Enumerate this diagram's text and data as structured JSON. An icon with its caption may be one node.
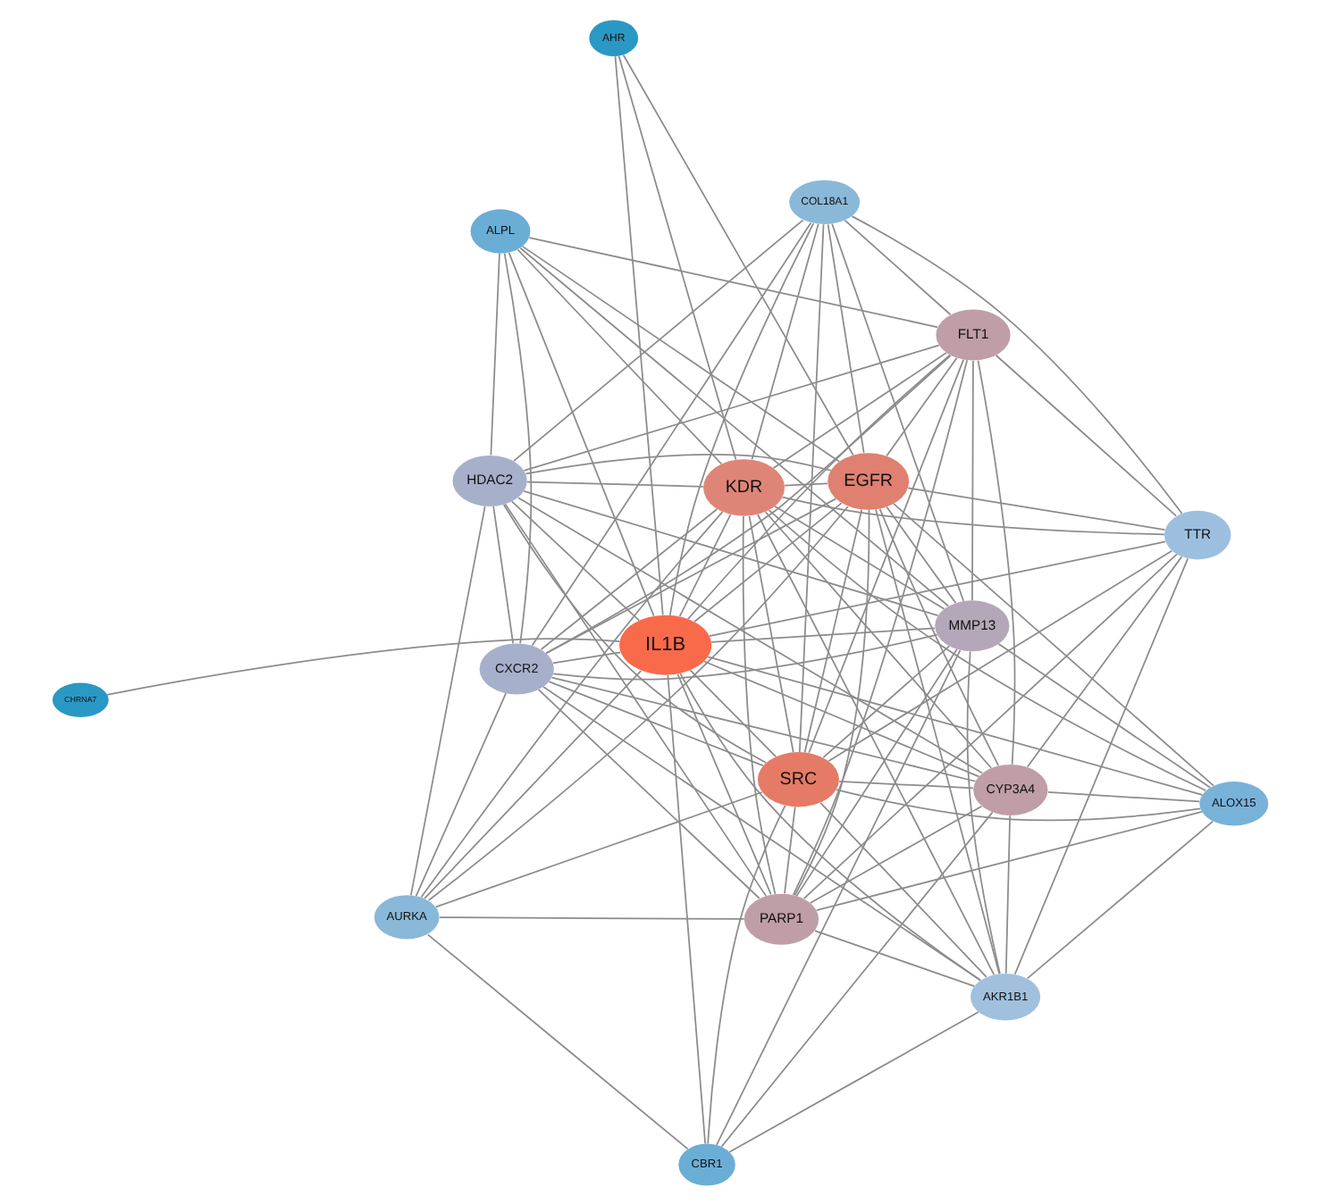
{
  "diagram": {
    "nodes": [
      {
        "text": [
          "AURKA"
        ]
      },
      {
        "text": [
          "ALOX15"
        ]
      },
      {
        "text": [
          "CYP3A4"
        ]
      },
      {
        "text": [
          "COL18A1"
        ]
      },
      {
        "text": [
          "CBR1"
        ]
      },
      {
        "text": [
          "PARP1"
        ]
      },
      {
        "text": [
          "SRC"
        ]
      },
      {
        "text": [
          "MMP13"
        ]
      },
      {
        "text": [
          "AKR1B1"
        ]
      },
      {
        "text": [
          "IL1B"
        ]
      },
      {
        "text": [
          "KDR"
        ]
      },
      {
        "text": [
          "ALPL"
        ]
      },
      {
        "text": [
          "FLT1"
        ]
      },
      {
        "text": [
          "EGFR"
        ]
      },
      {
        "text": [
          "HDAC2"
        ]
      },
      {
        "text": [
          "TTR"
        ]
      },
      {
        "text": [
          "CXCR2"
        ]
      },
      {
        "text": [
          "AHR"
        ]
      },
      {
        "text": [
          "CHRNA7"
        ]
      }
    ],
    "edges": [
      {
        "from": 0,
        "to": 5,
        "arrow": "none"
      },
      {
        "from": 0,
        "to": 9,
        "arrow": "none"
      },
      {
        "from": 0,
        "to": 6,
        "arrow": "none"
      },
      {
        "from": 0,
        "to": 10,
        "arrow": "none"
      },
      {
        "from": 0,
        "to": 13,
        "arrow": "none"
      },
      {
        "from": 0,
        "to": 16,
        "arrow": "none"
      },
      {
        "from": 0,
        "to": 14,
        "arrow": "none"
      },
      {
        "from": 0,
        "to": 4,
        "arrow": "none"
      },
      {
        "from": 1,
        "to": 2,
        "arrow": "none"
      },
      {
        "from": 1,
        "to": 5,
        "arrow": "none"
      },
      {
        "from": 1,
        "to": 8,
        "arrow": "none"
      },
      {
        "from": 1,
        "to": 9,
        "arrow": "none"
      },
      {
        "from": 1,
        "to": 6,
        "arrow": "none"
      },
      {
        "from": 1,
        "to": 13,
        "arrow": "none"
      },
      {
        "from": 1,
        "to": 10,
        "arrow": "none"
      },
      {
        "from": 1,
        "to": 7,
        "arrow": "none"
      },
      {
        "from": 2,
        "to": 4,
        "arrow": "none"
      },
      {
        "from": 2,
        "to": 5,
        "arrow": "none"
      },
      {
        "from": 2,
        "to": 8,
        "arrow": "none"
      },
      {
        "from": 2,
        "to": 9,
        "arrow": "none"
      },
      {
        "from": 2,
        "to": 6,
        "arrow": "none"
      },
      {
        "from": 2,
        "to": 10,
        "arrow": "none"
      },
      {
        "from": 2,
        "to": 13,
        "arrow": "none"
      },
      {
        "from": 2,
        "to": 14,
        "arrow": "none"
      },
      {
        "from": 2,
        "to": 12,
        "arrow": "none"
      },
      {
        "from": 2,
        "to": 15,
        "arrow": "none"
      },
      {
        "from": 2,
        "to": 16,
        "arrow": "none"
      },
      {
        "from": 3,
        "to": 7,
        "arrow": "none"
      },
      {
        "from": 3,
        "to": 10,
        "arrow": "none"
      },
      {
        "from": 3,
        "to": 6,
        "arrow": "none"
      },
      {
        "from": 3,
        "to": 9,
        "arrow": "none"
      },
      {
        "from": 3,
        "to": 12,
        "arrow": "none"
      },
      {
        "from": 3,
        "to": 15,
        "arrow": "none"
      },
      {
        "from": 3,
        "to": 13,
        "arrow": "none"
      },
      {
        "from": 3,
        "to": 16,
        "arrow": "none"
      },
      {
        "from": 3,
        "to": 14,
        "arrow": "none"
      },
      {
        "from": 4,
        "to": 6,
        "arrow": "none"
      },
      {
        "from": 4,
        "to": 9,
        "arrow": "none"
      },
      {
        "from": 4,
        "to": 8,
        "arrow": "none"
      },
      {
        "from": 4,
        "to": 7,
        "arrow": "none"
      },
      {
        "from": 5,
        "to": 6,
        "arrow": "none"
      },
      {
        "from": 5,
        "to": 7,
        "arrow": "none"
      },
      {
        "from": 5,
        "to": 9,
        "arrow": "none"
      },
      {
        "from": 5,
        "to": 10,
        "arrow": "none"
      },
      {
        "from": 5,
        "to": 13,
        "arrow": "none"
      },
      {
        "from": 5,
        "to": 12,
        "arrow": "none"
      },
      {
        "from": 5,
        "to": 15,
        "arrow": "none"
      },
      {
        "from": 5,
        "to": 8,
        "arrow": "none"
      },
      {
        "from": 5,
        "to": 16,
        "arrow": "none"
      },
      {
        "from": 5,
        "to": 14,
        "arrow": "none"
      },
      {
        "from": 6,
        "to": 7,
        "arrow": "none"
      },
      {
        "from": 6,
        "to": 9,
        "arrow": "none"
      },
      {
        "from": 6,
        "to": 10,
        "arrow": "none"
      },
      {
        "from": 6,
        "to": 13,
        "arrow": "none"
      },
      {
        "from": 6,
        "to": 12,
        "arrow": "none"
      },
      {
        "from": 6,
        "to": 8,
        "arrow": "none"
      },
      {
        "from": 6,
        "to": 14,
        "arrow": "none"
      },
      {
        "from": 6,
        "to": 16,
        "arrow": "none"
      },
      {
        "from": 6,
        "to": 15,
        "arrow": "none"
      },
      {
        "from": 7,
        "to": 9,
        "arrow": "none"
      },
      {
        "from": 7,
        "to": 10,
        "arrow": "none"
      },
      {
        "from": 7,
        "to": 13,
        "arrow": "none"
      },
      {
        "from": 7,
        "to": 16,
        "arrow": "none"
      },
      {
        "from": 7,
        "to": 14,
        "arrow": "none"
      },
      {
        "from": 7,
        "to": 11,
        "arrow": "none"
      },
      {
        "from": 7,
        "to": 8,
        "arrow": "none"
      },
      {
        "from": 7,
        "to": 12,
        "arrow": "none"
      },
      {
        "from": 8,
        "to": 9,
        "arrow": "none"
      },
      {
        "from": 8,
        "to": 15,
        "arrow": "none"
      },
      {
        "from": 8,
        "to": 10,
        "arrow": "none"
      },
      {
        "from": 8,
        "to": 13,
        "arrow": "none"
      },
      {
        "from": 8,
        "to": 16,
        "arrow": "none"
      },
      {
        "from": 9,
        "to": 10,
        "arrow": "none"
      },
      {
        "from": 9,
        "to": 13,
        "arrow": "none"
      },
      {
        "from": 9,
        "to": 12,
        "arrow": "none"
      },
      {
        "from": 9,
        "to": 15,
        "arrow": "none"
      },
      {
        "from": 9,
        "to": 16,
        "arrow": "none"
      },
      {
        "from": 9,
        "to": 14,
        "arrow": "none"
      },
      {
        "from": 9,
        "to": 11,
        "arrow": "none"
      },
      {
        "from": 9,
        "to": 17,
        "arrow": "none"
      },
      {
        "from": 9,
        "to": 18,
        "arrow": "none"
      },
      {
        "from": 10,
        "to": 11,
        "arrow": "none"
      },
      {
        "from": 10,
        "to": 13,
        "arrow": "none"
      },
      {
        "from": 10,
        "to": 12,
        "arrow": "none"
      },
      {
        "from": 10,
        "to": 14,
        "arrow": "none"
      },
      {
        "from": 10,
        "to": 16,
        "arrow": "none"
      },
      {
        "from": 10,
        "to": 17,
        "arrow": "none"
      },
      {
        "from": 10,
        "to": 15,
        "arrow": "none"
      },
      {
        "from": 11,
        "to": 12,
        "arrow": "none"
      },
      {
        "from": 11,
        "to": 16,
        "arrow": "none"
      },
      {
        "from": 11,
        "to": 14,
        "arrow": "none"
      },
      {
        "from": 11,
        "to": 13,
        "arrow": "none"
      },
      {
        "from": 12,
        "to": 13,
        "arrow": "none"
      },
      {
        "from": 12,
        "to": 14,
        "arrow": "none"
      },
      {
        "from": 12,
        "to": 16,
        "arrow": "none"
      },
      {
        "from": 12,
        "to": 15,
        "arrow": "none"
      },
      {
        "from": 13,
        "to": 14,
        "arrow": "none"
      },
      {
        "from": 13,
        "to": 16,
        "arrow": "none"
      },
      {
        "from": 13,
        "to": 15,
        "arrow": "none"
      },
      {
        "from": 13,
        "to": 17,
        "arrow": "none"
      },
      {
        "from": 14,
        "to": 16,
        "arrow": "none"
      }
    ]
  }
}
